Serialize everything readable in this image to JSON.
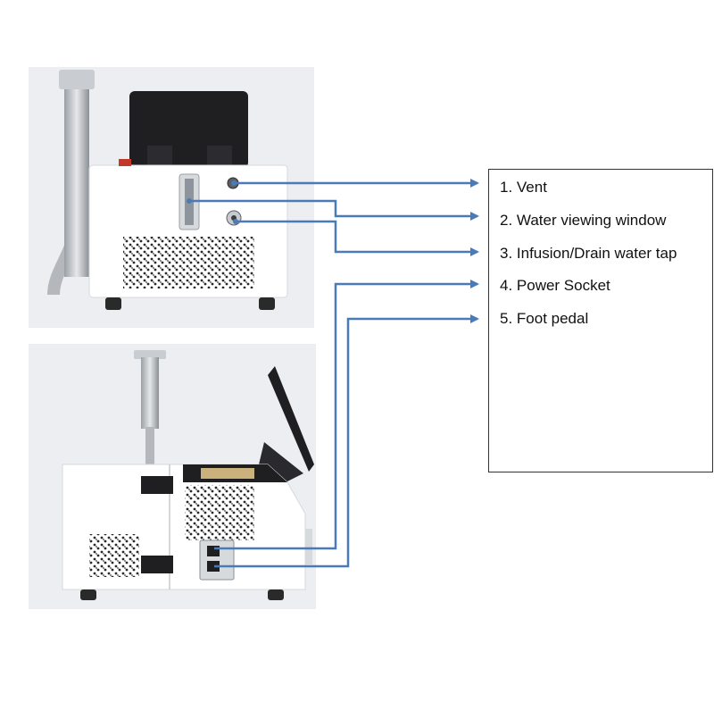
{
  "colors": {
    "connector": "#4a7ab8",
    "photo_bg": "#eceef1",
    "machine_body": "#ffffff",
    "screen": "#1f1f22",
    "legend_border": "#333333"
  },
  "legend": {
    "items": [
      {
        "label": "1. Vent"
      },
      {
        "label": "2. Water viewing window"
      },
      {
        "label": "3. Infusion/Drain water tap"
      },
      {
        "label": "4. Power Socket"
      },
      {
        "label": "5. Foot pedal"
      }
    ]
  },
  "photos": {
    "front_view": {
      "description_icon": "machine-front-view"
    },
    "side_view": {
      "description_icon": "machine-side-view"
    }
  }
}
